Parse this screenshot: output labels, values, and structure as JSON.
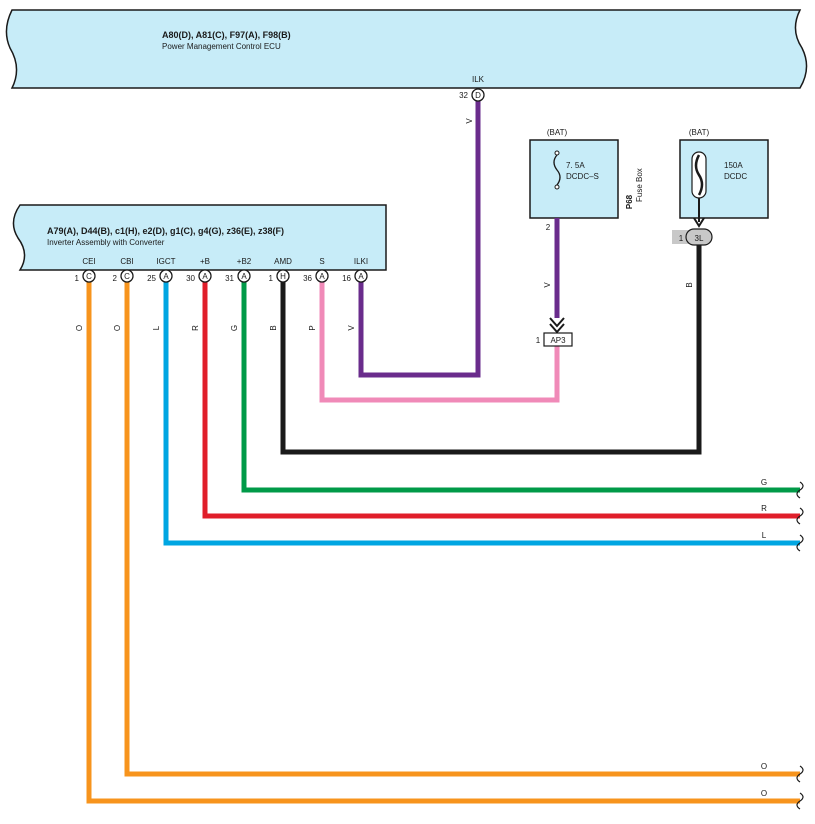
{
  "ecu_power": {
    "connectors": "A80(D), A81(C), F97(A), F98(B)",
    "name": "Power Management Control ECU",
    "pin": {
      "label": "ILK",
      "num": "32",
      "conn": "D"
    }
  },
  "inverter": {
    "connectors": "A79(A), D44(B), c1(H), e2(D), g1(C), g4(G), z36(E), z38(F)",
    "name": "Inverter Assembly with Converter",
    "pins": [
      {
        "label": "CEI",
        "num": "1",
        "conn": "C"
      },
      {
        "label": "CBI",
        "num": "2",
        "conn": "C"
      },
      {
        "label": "IGCT",
        "num": "25",
        "conn": "A"
      },
      {
        "label": "+B",
        "num": "30",
        "conn": "A"
      },
      {
        "label": "+B2",
        "num": "31",
        "conn": "A"
      },
      {
        "label": "AMD",
        "num": "1",
        "conn": "H"
      },
      {
        "label": "S",
        "num": "36",
        "conn": "A"
      },
      {
        "label": "ILKI",
        "num": "16",
        "conn": "A"
      }
    ]
  },
  "fuse_dcdc_s": {
    "source": "(BAT)",
    "rating": "7. 5A",
    "name": "DCDC–S",
    "pin": "2",
    "box_id": "P68",
    "box_name": "Fuse Box"
  },
  "fuse_dcdc": {
    "source": "(BAT)",
    "rating": "150A",
    "name": "DCDC",
    "pin": "1",
    "conn": "3L"
  },
  "junction": {
    "pin": "1",
    "name": "AP3"
  },
  "wire_colors": {
    "ilk": "V",
    "ilki": "V",
    "s": "P",
    "amd": "B",
    "b2": "G",
    "b": "R",
    "igct": "L",
    "cbi": "O",
    "cei": "O",
    "fuse_out": "V",
    "fuse150_out": "B"
  },
  "colors": {
    "box_fill": "#c7ecf8",
    "violet": "#6a2c8c",
    "pink": "#f08ab8",
    "black": "#1a1a1a",
    "green": "#009a48",
    "red": "#e01e2a",
    "blue": "#00a6e2",
    "orange": "#f7941d"
  }
}
